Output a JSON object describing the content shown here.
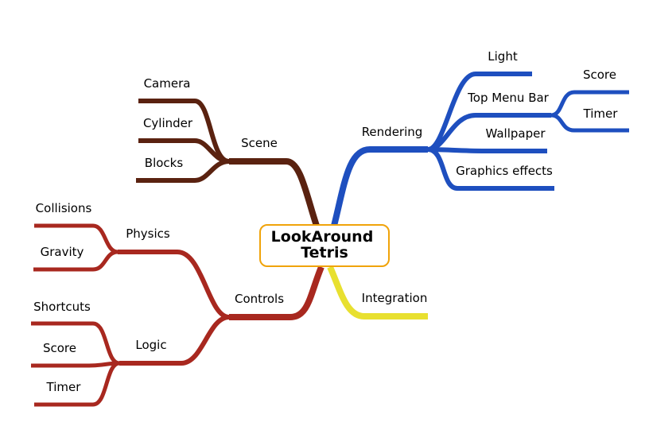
{
  "root": {
    "line1": "LookAround",
    "line2": "Tetris",
    "border_color": "#f0a30a"
  },
  "colors": {
    "scene": "#5a2210",
    "rendering": "#1e4fbf",
    "controls": "#a8281f",
    "integration": "#e8e030"
  },
  "scene": {
    "label": "Scene",
    "children": [
      "Camera",
      "Cylinder",
      "Blocks"
    ]
  },
  "rendering": {
    "label": "Rendering",
    "light": "Light",
    "top_menu_bar": {
      "label": "Top Menu Bar",
      "children": [
        "Score",
        "Timer"
      ]
    },
    "wallpaper": "Wallpaper",
    "graphics_effects": "Graphics effects"
  },
  "controls": {
    "label": "Controls",
    "physics": {
      "label": "Physics",
      "children": [
        "Collisions",
        "Gravity"
      ]
    },
    "logic": {
      "label": "Logic",
      "children": [
        "Shortcuts",
        "Score",
        "Timer"
      ]
    }
  },
  "integration": {
    "label": "Integration"
  }
}
